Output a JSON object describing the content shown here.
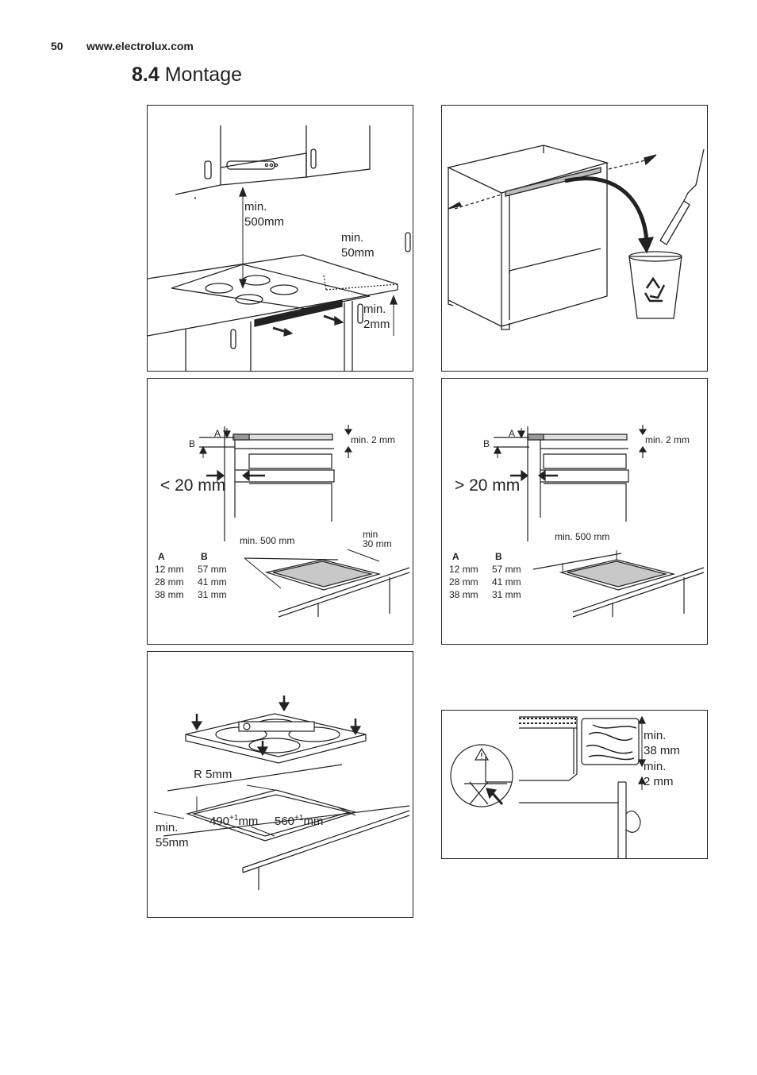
{
  "header": {
    "page_number": "50",
    "website": "www.electrolux.com"
  },
  "section": {
    "number": "8.4",
    "title": "Montage"
  },
  "panel1": {
    "min500": "min.",
    "min500b": "500mm",
    "min50": "min.",
    "min50b": "50mm",
    "min2": "min.",
    "min2b": "2mm"
  },
  "panel3": {
    "label_a": "A",
    "label_b": "B",
    "min2": "min. 2 mm",
    "gap": "< 20 mm",
    "min500": "min. 500 mm",
    "min30a": "min",
    "min30b": "30 mm",
    "table": {
      "head_a": "A",
      "head_b": "B",
      "rows": [
        {
          "a": "12 mm",
          "b": "57 mm"
        },
        {
          "a": "28 mm",
          "b": "41 mm"
        },
        {
          "a": "38 mm",
          "b": "31 mm"
        }
      ]
    }
  },
  "panel4": {
    "label_a": "A",
    "label_b": "B",
    "min2": "min. 2 mm",
    "gap": "> 20 mm",
    "min500": "min. 500 mm",
    "table": {
      "head_a": "A",
      "head_b": "B",
      "rows": [
        {
          "a": "12 mm",
          "b": "57 mm"
        },
        {
          "a": "28 mm",
          "b": "41 mm"
        },
        {
          "a": "38 mm",
          "b": "31 mm"
        }
      ]
    }
  },
  "panel5": {
    "radius": "R 5mm",
    "d490": "490",
    "d560": "560",
    "tol": "+1",
    "unit": "mm",
    "min55": "min.",
    "min55b": "55mm"
  },
  "panel6": {
    "min38": "min.",
    "min38b": "38 mm",
    "min2": "min.",
    "min2b": "2 mm"
  }
}
